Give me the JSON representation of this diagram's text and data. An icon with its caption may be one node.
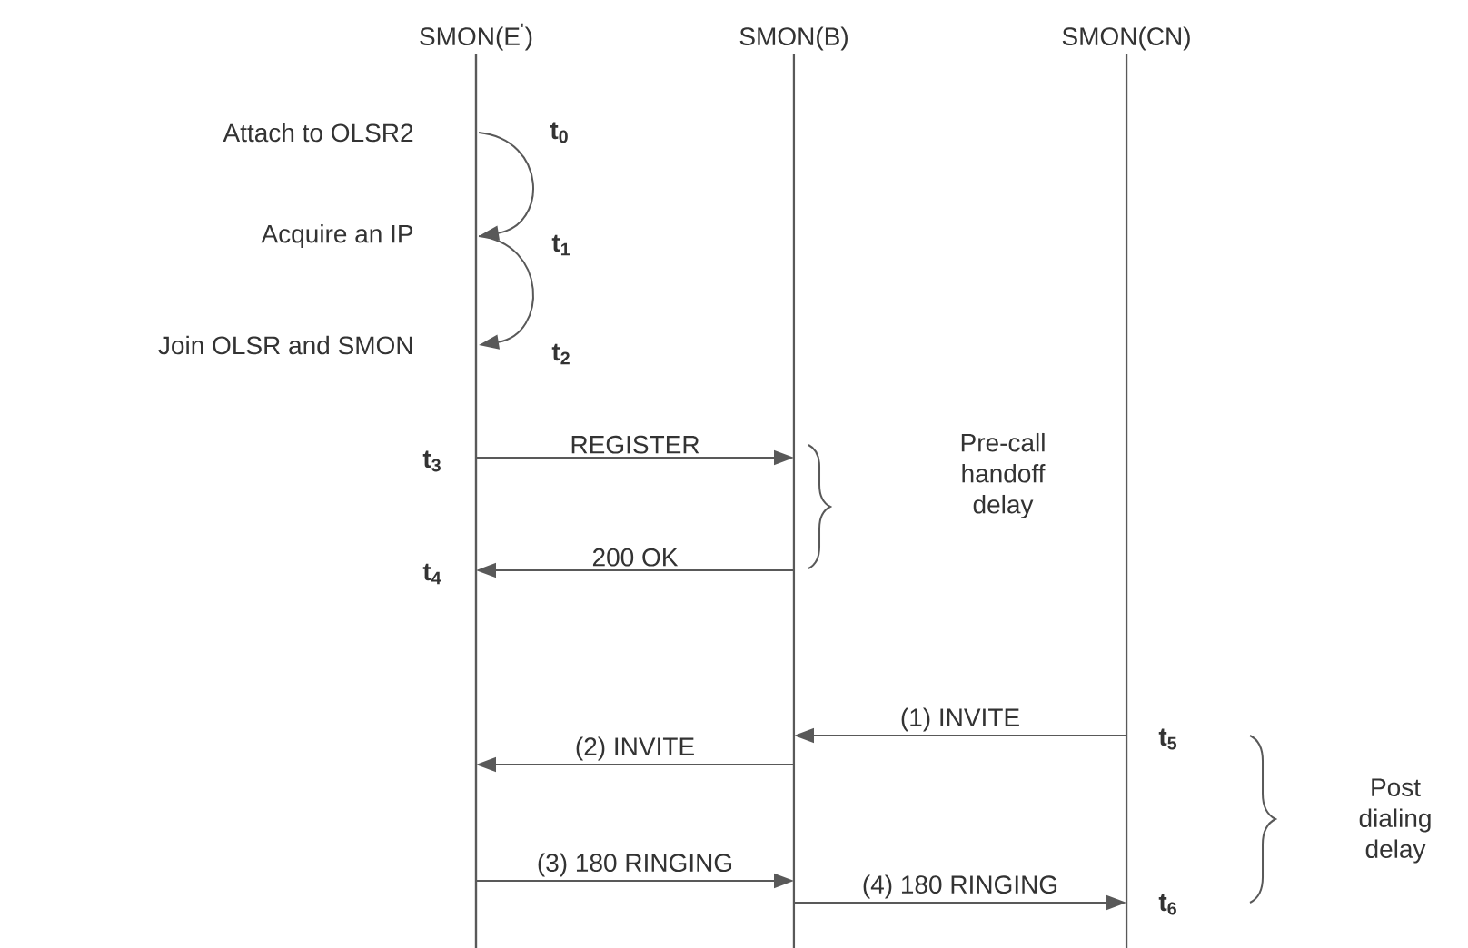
{
  "diagram": {
    "nodes": [
      {
        "text": [],
        "shape": "line",
        "beside": [
          "SMON(E$^{'}$)"
        ]
      },
      {
        "text": [],
        "shape": "line",
        "beside": [
          "SMON(B)"
        ]
      },
      {
        "text": [],
        "shape": "line",
        "beside": [
          "SMON(CN)"
        ]
      }
    ],
    "edges": [
      {
        "from": 0,
        "to": 0,
        "arrow": "to"
      },
      {
        "from": 0,
        "to": 0,
        "arrow": "to"
      },
      {
        "from": 0,
        "to": 1,
        "arrow": "to",
        "label": "REGISTER"
      },
      {
        "from": 1,
        "to": 0,
        "arrow": "to",
        "label": "200 OK"
      },
      {
        "from": 2,
        "to": 1,
        "arrow": "to",
        "label": "(1) INVITE"
      },
      {
        "from": 1,
        "to": 0,
        "arrow": "to",
        "label": "(2) INVITE"
      },
      {
        "from": 0,
        "to": 1,
        "arrow": "to",
        "label": "(3) 180 RINGING"
      },
      {
        "from": 1,
        "to": 2,
        "arrow": "to",
        "label": "(4) 180 RINGING"
      }
    ],
    "labels": [
      "Attach to OLSR2",
      "t$_{0}$",
      "Acquire an IP",
      "t$_{1}$",
      "Join OLSR and SMON",
      "t$_{2}$",
      "Pre-call handoff delay",
      "t$_{3}$",
      "t$_{4}$",
      "t$_{5}$",
      "Post dialing delay",
      "t$_{6}$"
    ]
  }
}
